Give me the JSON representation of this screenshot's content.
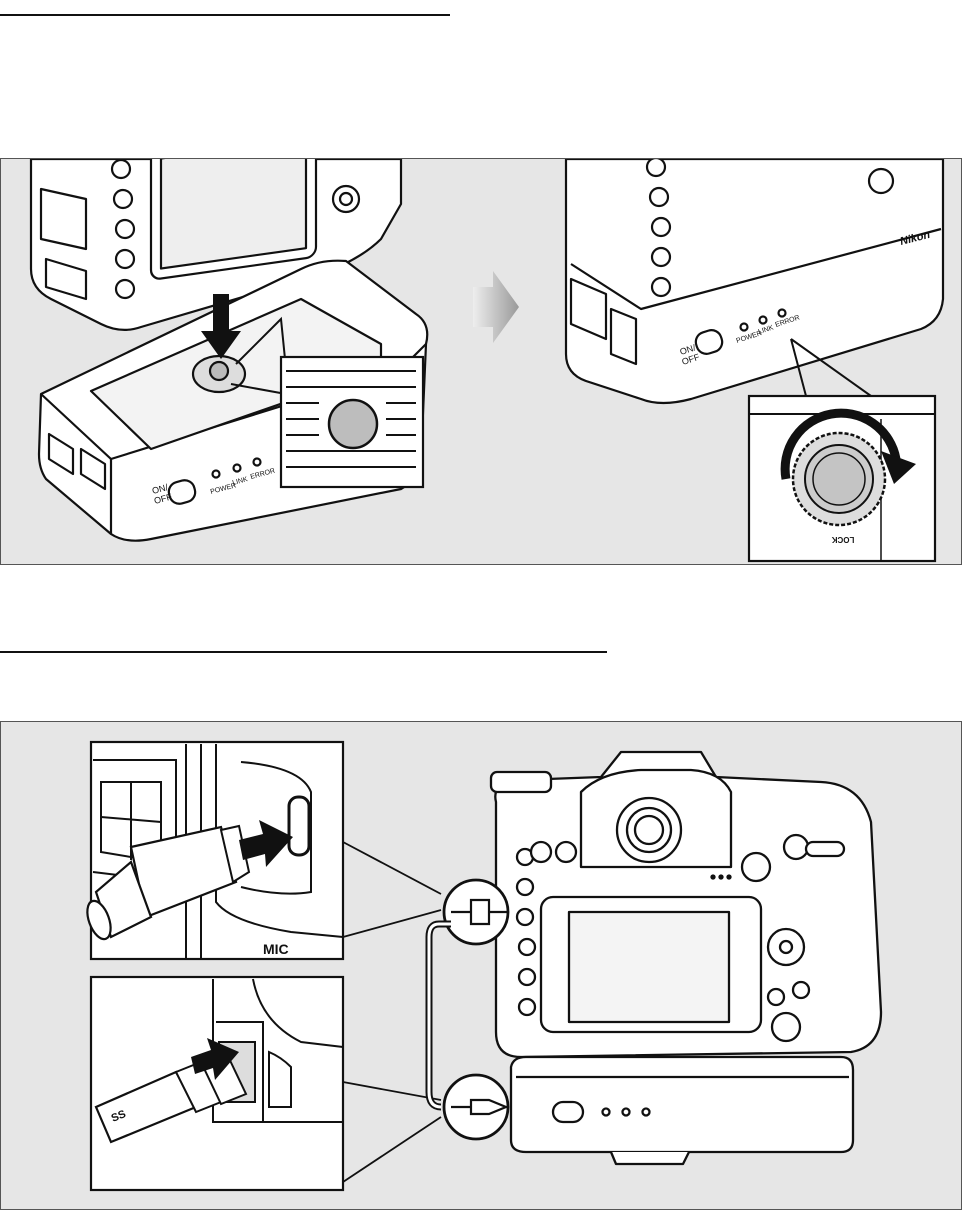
{
  "figure1": {
    "bottom_base_labels": {
      "on_off_line1": "ON/",
      "on_off_line2": "OFF",
      "power": "POWER",
      "link": "LINK",
      "error": "ERROR"
    },
    "attached_labels": {
      "brand": "Nikon",
      "on_off_line1": "ON/",
      "on_off_line2": "OFF",
      "power": "POWER",
      "link": "LINK",
      "error": "ERROR"
    },
    "lock_label": "LOCK",
    "colors": {
      "panel": "#e6e6e6",
      "line": "#111111",
      "arrow": "#aaaaaa"
    }
  },
  "figure2": {
    "cable_labels": {
      "mic": "MIC",
      "usb": "SS"
    },
    "colors": {
      "panel": "#e6e6e6",
      "line": "#111111"
    }
  }
}
